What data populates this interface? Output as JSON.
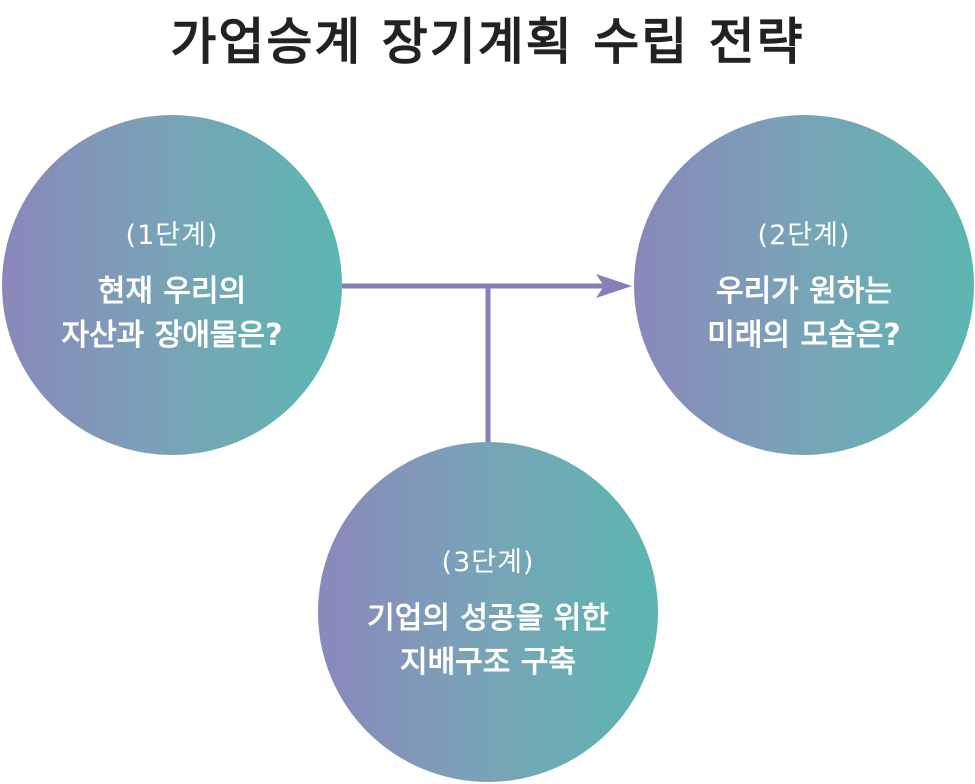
{
  "title": "가업승계 장기계획 수립 전략",
  "colors": {
    "circle_gradient_start": "#8a88bb",
    "circle_gradient_end": "#5cb6b0",
    "connector": "#8580b8",
    "title": "#222222"
  },
  "steps": [
    {
      "label": "(1단계)",
      "lines": [
        "현재 우리의",
        "자산과 장애물은?"
      ]
    },
    {
      "label": "(2단계)",
      "lines": [
        "우리가 원하는",
        "미래의 모습은?"
      ]
    },
    {
      "label": "(3단계)",
      "lines": [
        "기업의 성공을 위한",
        "지배구조 구축"
      ]
    }
  ]
}
